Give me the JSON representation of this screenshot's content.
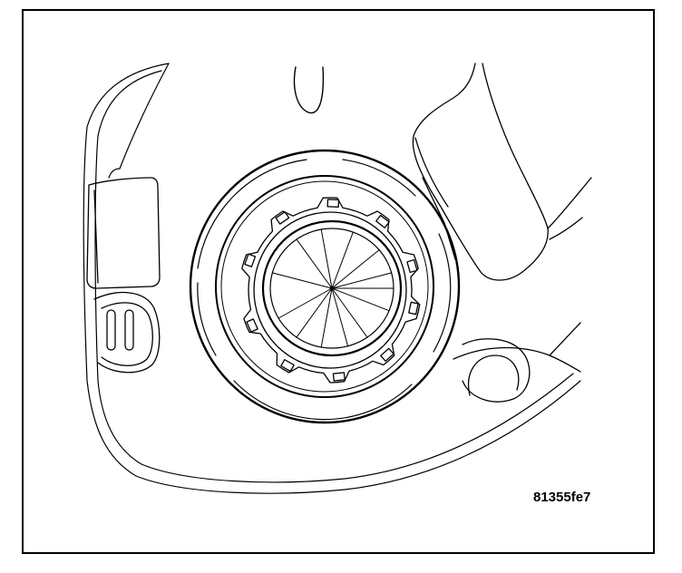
{
  "figure": {
    "id_label": "81355fe7"
  },
  "colors": {
    "line": "#000000",
    "background": "#ffffff"
  },
  "rib_angles_deg": [
    0,
    22,
    55,
    75,
    100,
    125,
    150,
    195,
    235,
    260,
    290,
    320,
    345
  ],
  "tab_angles_deg": [
    12,
    48,
    84,
    120,
    156,
    200,
    236,
    272,
    308,
    344
  ]
}
